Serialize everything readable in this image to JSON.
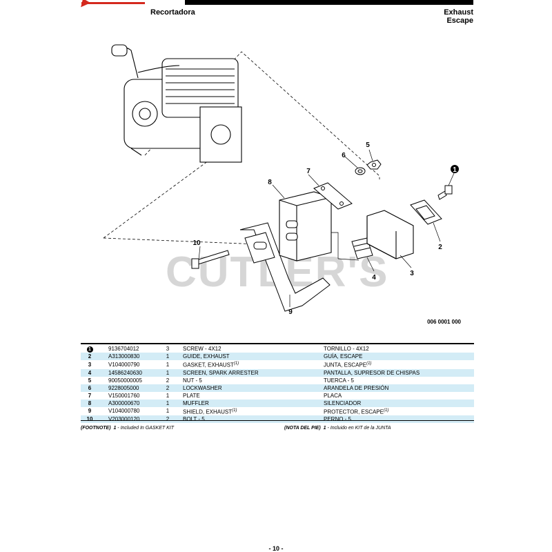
{
  "header": {
    "title_left": "Recortadora",
    "title_right_line1": "Exhaust",
    "title_right_line2": "Escape"
  },
  "diagram": {
    "watermark": "CUTLER'S",
    "drawing_code": "006 0001 000",
    "callouts": [
      "1",
      "2",
      "3",
      "4",
      "5",
      "6",
      "7",
      "8",
      "9",
      "10"
    ]
  },
  "parts": [
    {
      "ref": "1",
      "pn": "9136704012",
      "qty": "3",
      "en": "SCREW - 4X12",
      "es": "TORNILLO - 4X12",
      "fn": false
    },
    {
      "ref": "2",
      "pn": "A313000830",
      "qty": "1",
      "en": "GUIDE, EXHAUST",
      "es": "GUÍA, ESCAPE",
      "fn": false
    },
    {
      "ref": "3",
      "pn": "V104000790",
      "qty": "1",
      "en": "GASKET, EXHAUST",
      "es": "JUNTA, ESCAPE",
      "fn": true
    },
    {
      "ref": "4",
      "pn": "14586240630",
      "qty": "1",
      "en": "SCREEN, SPARK ARRESTER",
      "es": "PANTALLA, SUPRESOR DE CHISPAS",
      "fn": false
    },
    {
      "ref": "5",
      "pn": "90050000005",
      "qty": "2",
      "en": "NUT - 5",
      "es": "TUERCA - 5",
      "fn": false
    },
    {
      "ref": "6",
      "pn": "9228005000",
      "qty": "2",
      "en": "LOCKWASHER",
      "es": "ARANDELA DE PRESIÓN",
      "fn": false
    },
    {
      "ref": "7",
      "pn": "V150001760",
      "qty": "1",
      "en": "PLATE",
      "es": "PLACA",
      "fn": false
    },
    {
      "ref": "8",
      "pn": "A300000670",
      "qty": "1",
      "en": "MUFFLER",
      "es": "SILENCIADOR",
      "fn": false
    },
    {
      "ref": "9",
      "pn": "V104000780",
      "qty": "1",
      "en": "SHIELD, EXHAUST",
      "es": "PROTECTOR, ESCAPE",
      "fn": true
    },
    {
      "ref": "10",
      "pn": "V203000120",
      "qty": "2",
      "en": "BOLT - 5",
      "es": "PERNO - 5",
      "fn": false
    }
  ],
  "footnote_marker": "(1)",
  "footnotes": {
    "left_label": "(FOOTNOTE)",
    "left_num": "1",
    "left_text": " - Included In GASKET KIT",
    "right_label": "(NOTA DEL PIE)",
    "right_num": "1",
    "right_text": " - Incluido en KIT de la JUNTA"
  },
  "page_number": "- 10 -",
  "colors": {
    "accent": "#d4281d",
    "row_alt": "#d3ecf6",
    "watermark": "#d6d6d6"
  }
}
